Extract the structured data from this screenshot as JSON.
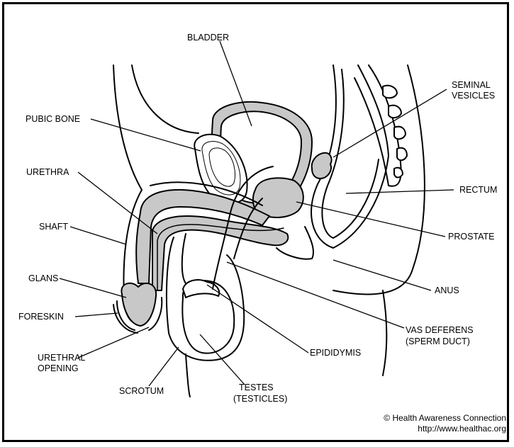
{
  "labels": {
    "bladder": "BLADDER",
    "seminal_vesicles_line1": "SEMINAL",
    "seminal_vesicles_line2": "VESICLES",
    "pubic_bone": "PUBIC BONE",
    "urethra": "URETHRA",
    "rectum": "RECTUM",
    "shaft": "SHAFT",
    "prostate": "PROSTATE",
    "glans": "GLANS",
    "anus": "ANUS",
    "foreskin": "FORESKIN",
    "vas_deferens_line1": "VAS DEFERENS",
    "vas_deferens_line2": "(SPERM DUCT)",
    "urethral_opening_line1": "URETHRAL",
    "urethral_opening_line2": "OPENING",
    "epididymis": "EPIDIDYMIS",
    "scrotum": "SCROTUM",
    "testes_line1": "TESTES",
    "testes_line2": "(TESTICLES)"
  },
  "credit": {
    "line1": "© Health Awareness Connection",
    "line2": "http://www.healthac.org"
  },
  "colors": {
    "organ_fill": "#c8c8c8",
    "outline": "#000000",
    "background": "#ffffff"
  }
}
